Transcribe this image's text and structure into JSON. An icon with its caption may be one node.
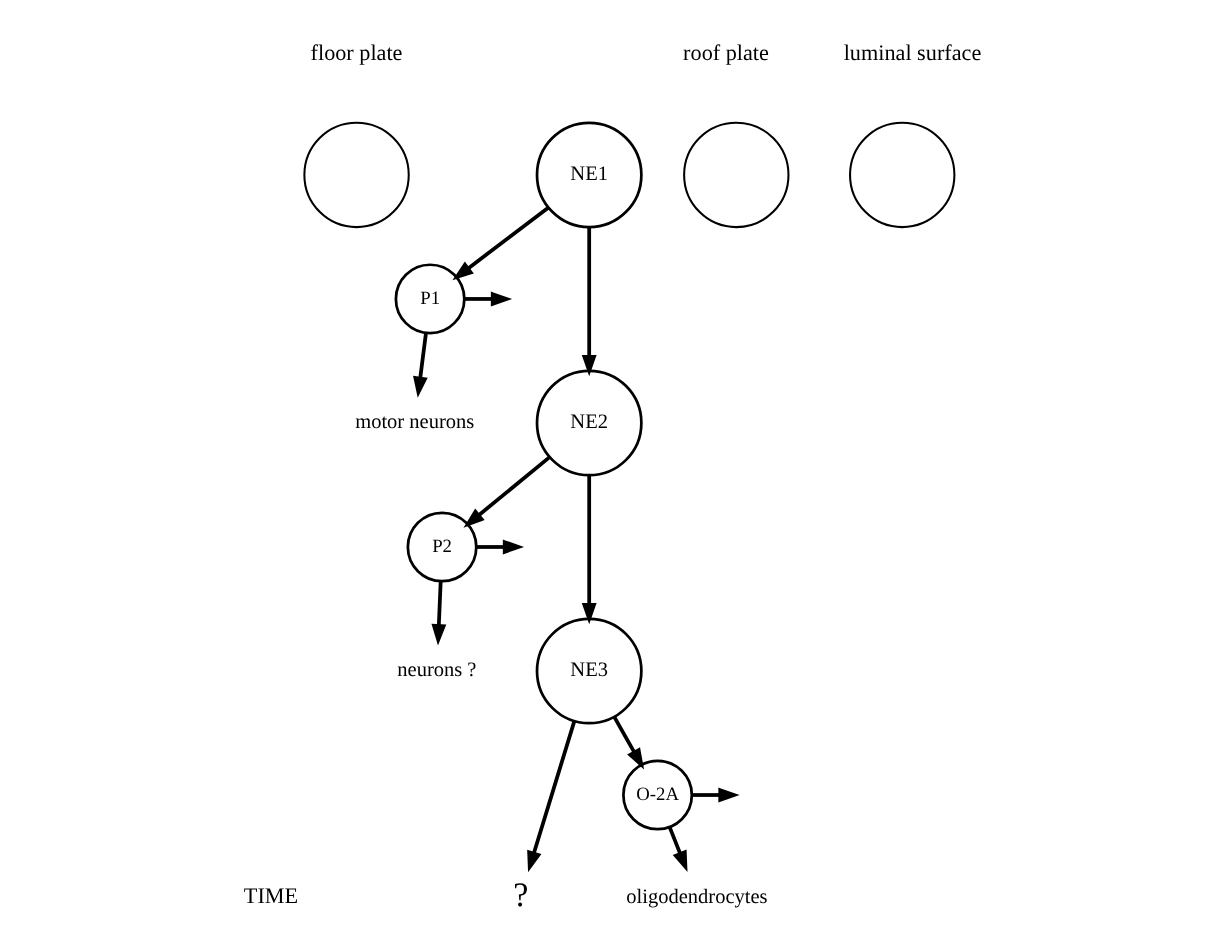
{
  "diagram": {
    "nodes": [
      {
        "text": [],
        "shape": "circle"
      },
      {
        "text": [
          "NE1"
        ]
      },
      {
        "text": [],
        "shape": "circle"
      },
      {
        "text": [],
        "shape": "circle"
      },
      {
        "text": [
          "P1"
        ]
      },
      {
        "text": [
          "NE2"
        ]
      },
      {
        "text": [
          "motor neurons"
        ]
      },
      {
        "text": [
          "P2"
        ]
      },
      {
        "text": [
          "NE3"
        ]
      },
      {
        "text": [
          "neurons ?"
        ]
      },
      {
        "text": [
          "?"
        ]
      },
      {
        "text": [
          "O-2A"
        ]
      },
      {
        "text": [
          "oligodendrocytes"
        ]
      }
    ],
    "edges": [
      {
        "from": 1,
        "to": 5,
        "arrow": "to"
      },
      {
        "from": 1,
        "to": 4,
        "arrow": "to"
      },
      {
        "from": 4,
        "to": null,
        "arrow": "to"
      },
      {
        "from": 4,
        "to": 6,
        "arrow": "to"
      },
      {
        "from": 5,
        "to": 8,
        "arrow": "to"
      },
      {
        "from": 5,
        "to": 7,
        "arrow": "to"
      },
      {
        "from": 7,
        "to": null,
        "arrow": "to"
      },
      {
        "from": 7,
        "to": 9,
        "arrow": "to"
      },
      {
        "from": 8,
        "to": 10,
        "arrow": "to"
      },
      {
        "from": 8,
        "to": 11,
        "arrow": "to"
      },
      {
        "from": 11,
        "to": null,
        "arrow": "to"
      },
      {
        "from": 11,
        "to": 12,
        "arrow": "to"
      }
    ],
    "labels": [
      "floor plate",
      "roof plate",
      "luminal surface",
      "TIME"
    ]
  }
}
